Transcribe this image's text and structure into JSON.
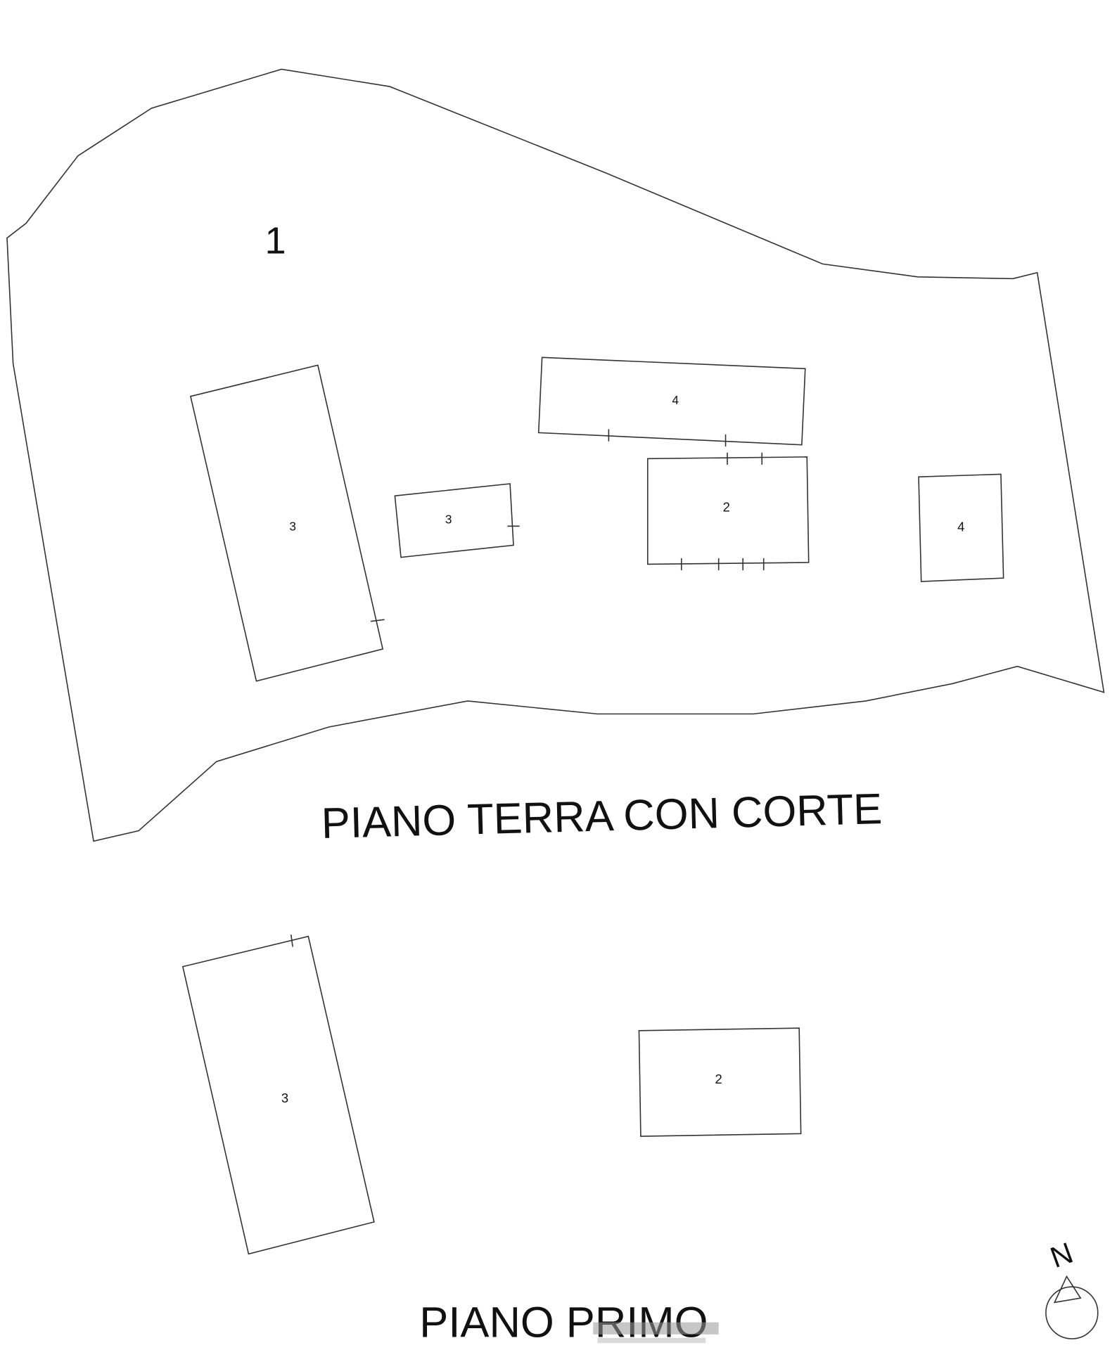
{
  "plan": {
    "ground_floor": {
      "title": "PIANO TERRA CON CORTE",
      "court_label": "1",
      "units": [
        {
          "label": "3"
        },
        {
          "label": "3"
        },
        {
          "label": "4"
        },
        {
          "label": "2"
        },
        {
          "label": "4"
        }
      ]
    },
    "first_floor": {
      "title": "PIANO PRIMO",
      "units": [
        {
          "label": "3"
        },
        {
          "label": "2"
        }
      ]
    },
    "north_arrow": {
      "label": "N"
    }
  }
}
